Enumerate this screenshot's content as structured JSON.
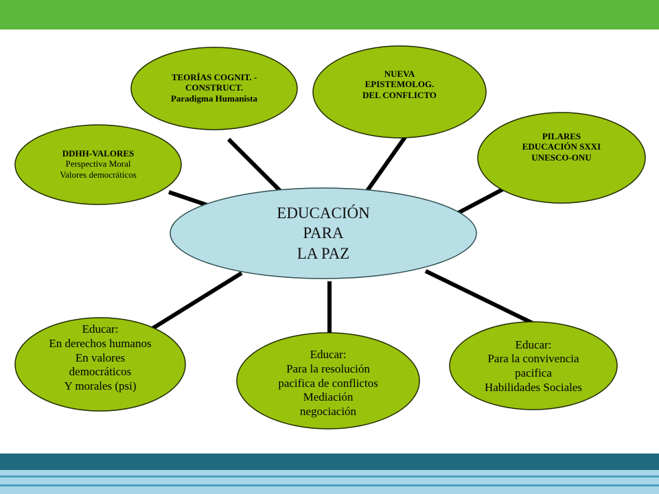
{
  "colors": {
    "top_bar": "#5cb83c",
    "bubble_fill": "#99c20c",
    "bubble_stroke": "#1f2a00",
    "center_fill": "#b9dfe6",
    "center_stroke": "#2f4f4f",
    "connector": "#000000",
    "band_dark": "#1e6b80",
    "band_light": "#a6d6e8",
    "band_mid": "#4aa3bf"
  },
  "center": {
    "lines": [
      "EDUCACIÓN",
      "PARA",
      "LA PAZ"
    ]
  },
  "nodes": {
    "ddhh": [
      "DDHH-VALORES",
      "Perspectiva Moral",
      "Valores democráticos"
    ],
    "teorias": [
      "TEORÍAS COGNIT. -",
      "CONSTRUCT.",
      "Paradigma Humanista"
    ],
    "epistemolog": [
      "NUEVA",
      "EPISTEMOLOG.",
      "DEL CONFLICTO"
    ],
    "pilares": [
      "PILARES",
      "EDUCACIÓN SXXI",
      "UNESCO-ONU"
    ],
    "educar_ddhh": [
      "Educar:",
      "En derechos humanos",
      "En valores",
      "democráticos",
      "Y morales (psi)"
    ],
    "educar_resolucion": [
      "Educar:",
      "Para la resolución",
      "pacifica de conflictos",
      "Mediación",
      "negociación"
    ],
    "educar_convivencia": [
      "Educar:",
      "Para la convivencia",
      "pacifica",
      "Habilidades Sociales"
    ]
  }
}
